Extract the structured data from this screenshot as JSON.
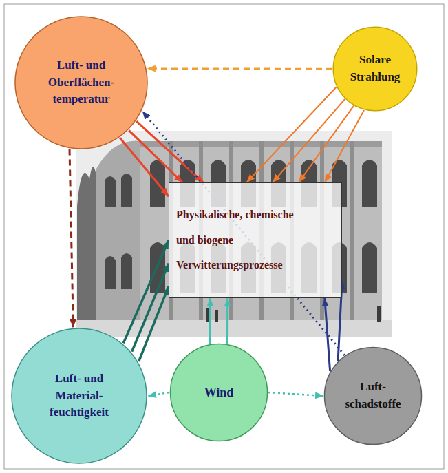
{
  "diagram": {
    "nodes": [
      {
        "text": [
          "Luft- und Oberflächen- temperatur"
        ]
      },
      {
        "text": [
          "Solare Strahlung"
        ]
      },
      {
        "text": [
          "Physikalische, chemische und biogene Verwitterungsprozesse"
        ]
      },
      {
        "text": [
          "Luft- und Material- feuchtigkeit"
        ]
      },
      {
        "text": [
          "Wind"
        ]
      },
      {
        "text": [
          "Luft- schadstoffe"
        ]
      }
    ],
    "edges": [
      {
        "from": 1,
        "to": 0,
        "arrow": "to"
      },
      {
        "from": 0,
        "to": 2,
        "arrow": "to"
      },
      {
        "from": 0,
        "to": 2,
        "arrow": "to"
      },
      {
        "from": 0,
        "to": 2,
        "arrow": "to"
      },
      {
        "from": 1,
        "to": 2,
        "arrow": "to"
      },
      {
        "from": 1,
        "to": 2,
        "arrow": "to"
      },
      {
        "from": 1,
        "to": 2,
        "arrow": "to"
      },
      {
        "from": 1,
        "to": 2,
        "arrow": "to"
      },
      {
        "from": 5,
        "to": 0,
        "arrow": "to"
      },
      {
        "from": 5,
        "to": 2,
        "arrow": "to"
      },
      {
        "from": 5,
        "to": 2,
        "arrow": "to"
      },
      {
        "from": 4,
        "to": 2,
        "arrow": "to"
      },
      {
        "from": 4,
        "to": 2,
        "arrow": "to"
      },
      {
        "from": 3,
        "to": 2,
        "arrow": "to"
      },
      {
        "from": 3,
        "to": 2,
        "arrow": "to"
      },
      {
        "from": 3,
        "to": 2,
        "arrow": "to"
      },
      {
        "from": 0,
        "to": 3,
        "arrow": "to"
      },
      {
        "from": 4,
        "to": 3,
        "arrow": "to"
      },
      {
        "from": 4,
        "to": 5,
        "arrow": "to"
      }
    ]
  }
}
